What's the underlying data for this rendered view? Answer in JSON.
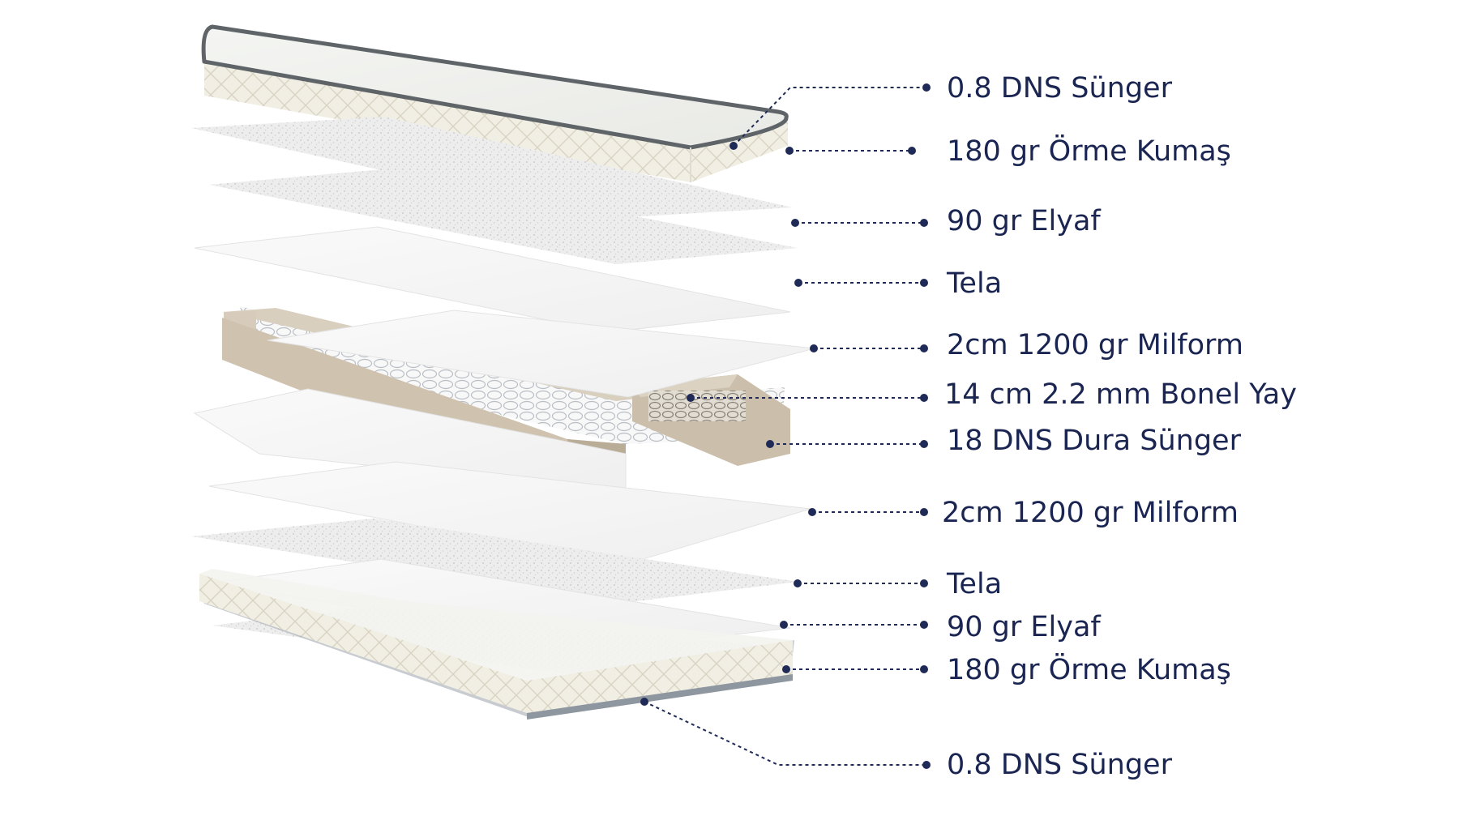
{
  "colors": {
    "label": "#1a2552",
    "leader": "#1f2a56",
    "sheet": "#f4f4f4",
    "foam_frame": "#cfc3b0",
    "quilt": "#f1efe4",
    "piping": "#5f6468"
  },
  "layers": [
    {
      "id": "top-foam",
      "label": "0.8 DNS Sünger"
    },
    {
      "id": "top-knit-fabric",
      "label": "180 gr Örme Kumaş"
    },
    {
      "id": "top-fiber",
      "label": "90 gr Elyaf"
    },
    {
      "id": "top-tela",
      "label": "Tela"
    },
    {
      "id": "top-milform",
      "label": "2cm 1200 gr Milform"
    },
    {
      "id": "bonnell-spring",
      "label": "14 cm 2.2 mm Bonel Yay"
    },
    {
      "id": "dura-foam",
      "label": "18 DNS Dura Sünger"
    },
    {
      "id": "bottom-milform",
      "label": "2cm 1200 gr Milform"
    },
    {
      "id": "bottom-tela",
      "label": "Tela"
    },
    {
      "id": "bottom-fiber",
      "label": "90 gr Elyaf"
    },
    {
      "id": "bottom-knit-fabric",
      "label": "180 gr Örme Kumaş"
    },
    {
      "id": "bottom-foam",
      "label": "0.8 DNS Sünger"
    }
  ]
}
